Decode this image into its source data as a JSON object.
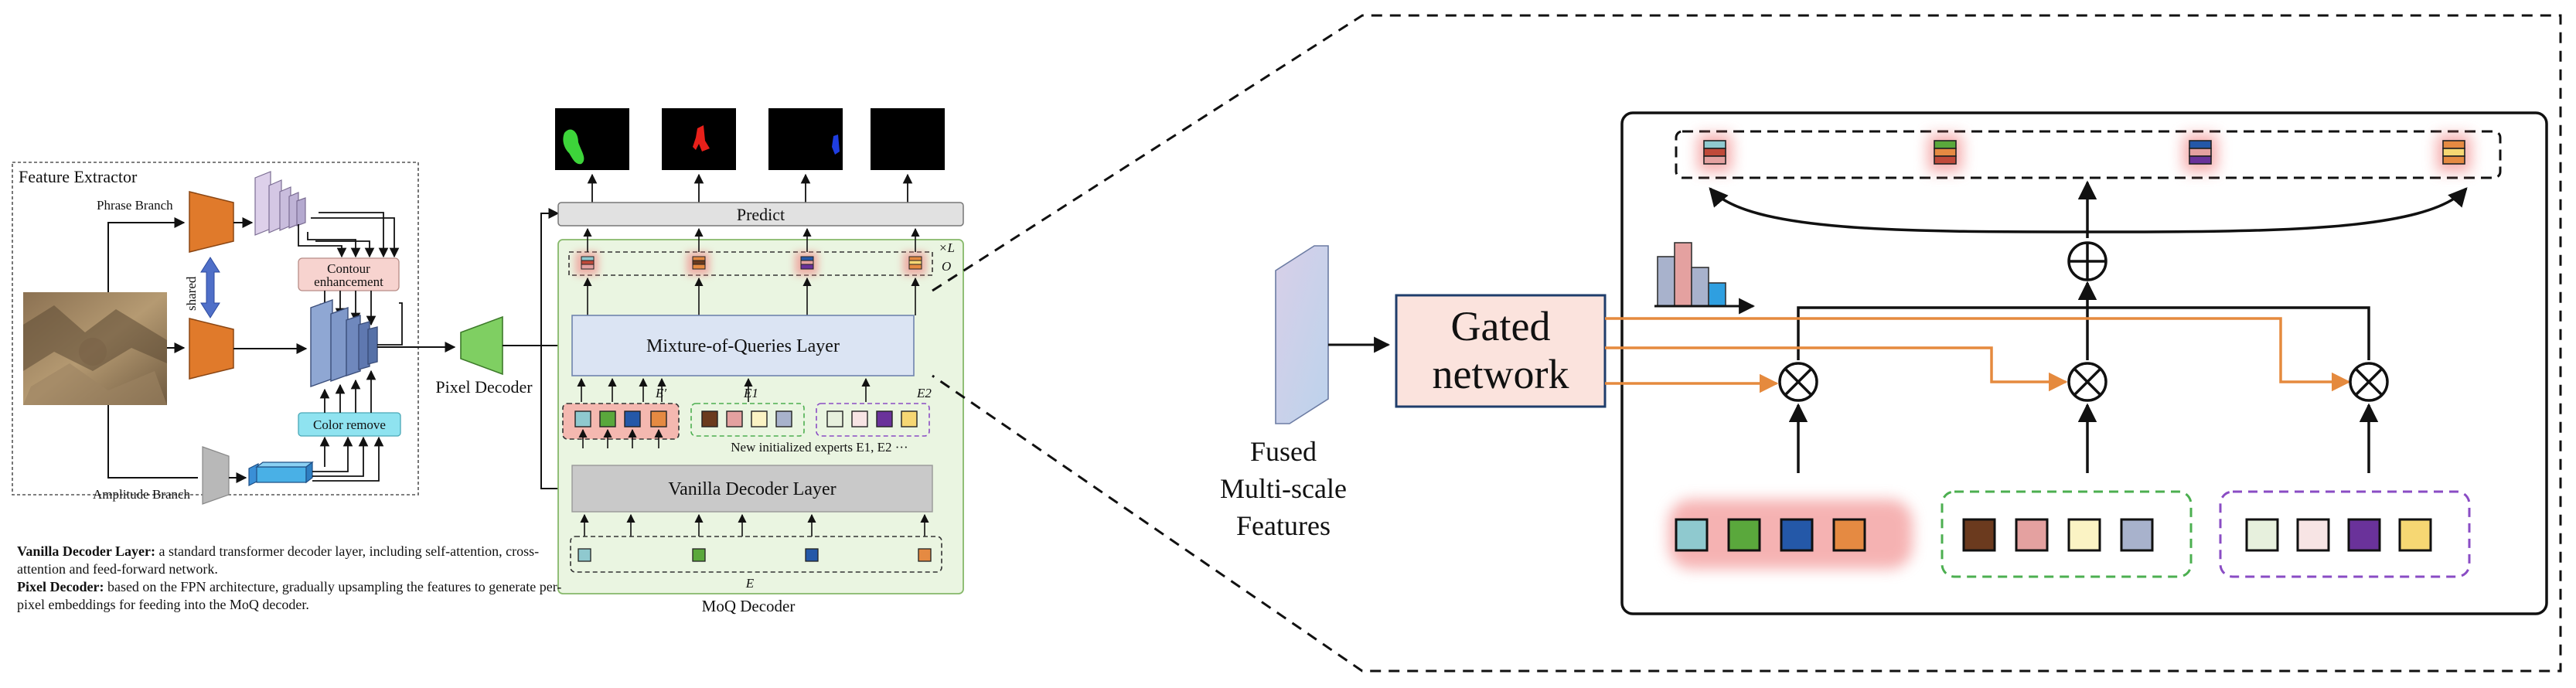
{
  "left_panel": {
    "feature_extractor": {
      "title": "Feature Extractor",
      "phrase_branch": "Phrase Branch",
      "shared": "shared",
      "contour_enhancement": [
        "Contour",
        "enhancement"
      ],
      "color_remove": "Color remove",
      "amplitude_branch": "Amplitude Branch"
    },
    "pixel_decoder": "Pixel Decoder",
    "moq_decoder": {
      "label": "MoQ Decoder",
      "predict": "Predict",
      "repeat_L": "×L",
      "O": "O",
      "mixture_layer": "Mixture-of-Queries Layer",
      "e_prime": "E′",
      "e1": "E1",
      "e2": "E2",
      "new_experts": "New initialized experts E1, E2 ···",
      "vanilla_layer": "Vanilla Decoder Layer",
      "e_label": "E"
    },
    "mask_colors": [
      "#3dd43a",
      "#e8201a",
      "#1f3ee0"
    ]
  },
  "caption": {
    "vanilla_title": "Vanilla Decoder Layer:",
    "vanilla_text": " a standard transformer decoder layer, including self-attention, cross-attention and feed-forward network.",
    "pixel_title": "Pixel Decoder:",
    "pixel_text": " based on the FPN architecture, gradually upsampling the features to generate per-pixel embeddings for feeding into the MoQ decoder."
  },
  "right_panel": {
    "fused_features": [
      "Fused",
      "Multi-scale",
      "Features"
    ],
    "gated_network": [
      "Gated",
      "network"
    ],
    "plus_symbol": "+",
    "times_symbol": "×"
  },
  "colors": {
    "orange_arrow": "#e58a3e",
    "expert_blue": "#8fc9cf",
    "expert_green": "#5aa83c",
    "expert_navy": "#2458a8",
    "expert_orange": "#e58a42",
    "expert_brown": "#6b3a1e",
    "expert_pink": "#e4a1a0",
    "expert_cream": "#fbf3c4",
    "expert_lavender": "#a8b2cc",
    "expert_mint": "#e7f0dd",
    "expert_blush": "#f7e4e4",
    "expert_purple": "#6a329a",
    "expert_yellow": "#f6d773",
    "green_dash": "#4caf50",
    "purple_dash": "#8a4cc4",
    "red_glow": "#f08080",
    "moq_bg": "#eaf5e1",
    "moq_border": "#86b86a",
    "mixture_fill": "#dbe4f3",
    "vanilla_fill": "#c9c9c9",
    "gated_fill": "#fbe3dd",
    "gated_border": "#1f3d6b"
  }
}
